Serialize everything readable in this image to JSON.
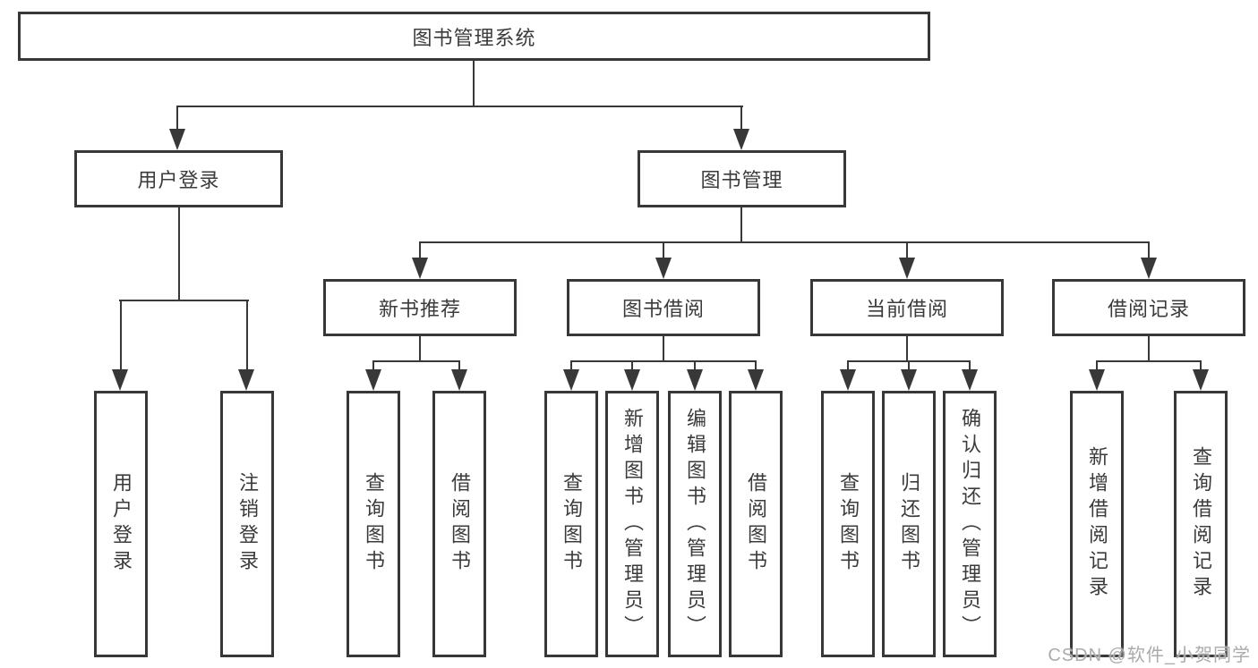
{
  "diagram": {
    "root": {
      "label": "图书管理系统"
    },
    "branches": [
      {
        "label": "用户登录",
        "children": [
          {
            "label": "用户登录"
          },
          {
            "label": "注销登录"
          }
        ]
      },
      {
        "label": "图书管理",
        "sections": [
          {
            "label": "新书推荐",
            "children": [
              {
                "label": "查询图书"
              },
              {
                "label": "借阅图书"
              }
            ]
          },
          {
            "label": "图书借阅",
            "children": [
              {
                "label": "查询图书"
              },
              {
                "label": "新增图书（管理员）"
              },
              {
                "label": "编辑图书（管理员）"
              },
              {
                "label": "借阅图书"
              }
            ]
          },
          {
            "label": "当前借阅",
            "children": [
              {
                "label": "查询图书"
              },
              {
                "label": "归还图书"
              },
              {
                "label": "确认归还（管理员）"
              }
            ]
          },
          {
            "label": "借阅记录",
            "children": [
              {
                "label": "新增借阅记录"
              },
              {
                "label": "查询借阅记录"
              }
            ]
          }
        ]
      }
    ]
  },
  "colors": {
    "line": "#383838",
    "text": "#3b3b3b",
    "watermark": "#ababab",
    "background": "#ffffff"
  },
  "watermark": "CSDN @软件_小贺同学"
}
